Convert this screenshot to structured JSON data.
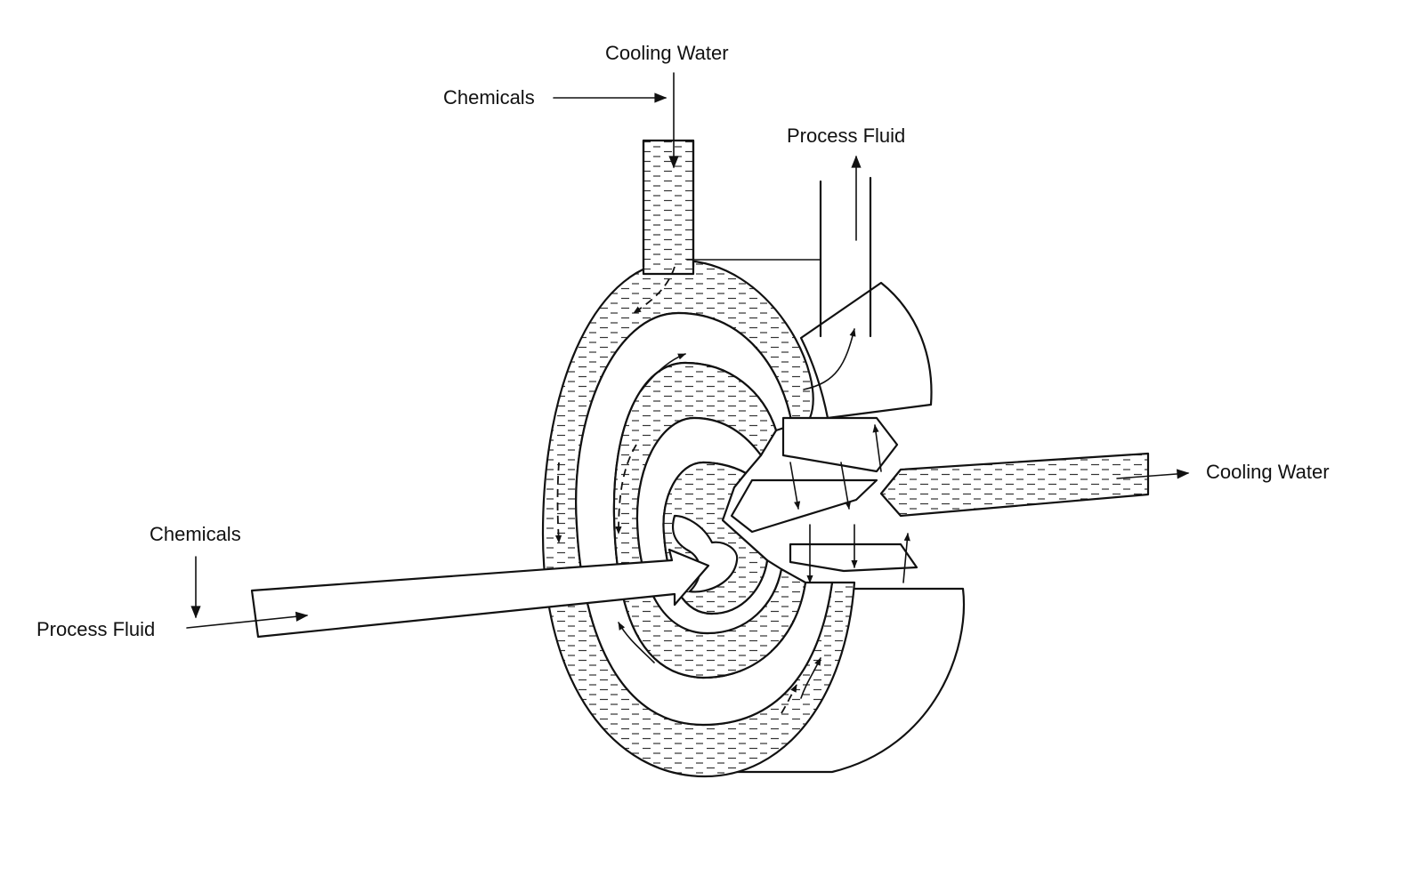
{
  "labels": {
    "cooling_water_top": "Cooling Water",
    "chemicals_top": "Chemicals",
    "process_fluid_top": "Process Fluid",
    "cooling_water_right": "Cooling Water",
    "chemicals_left": "Chemicals",
    "process_fluid_left": "Process Fluid"
  }
}
